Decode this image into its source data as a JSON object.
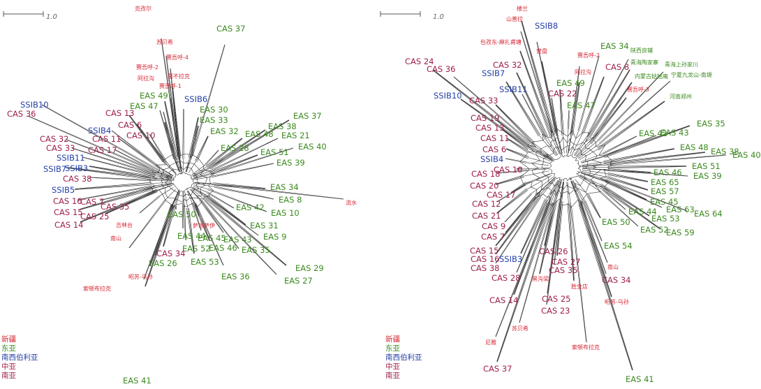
{
  "colors": {
    "xinjiang": "#d62733",
    "east_asia": "#3b8a1e",
    "siberia": "#2440a8",
    "central_asia": "#9e1f4a",
    "south_asia": "#9e1f4a",
    "network": "#222222"
  },
  "scale_label": "1.0",
  "legend": {
    "xinjiang": "新疆",
    "east_asia": "东亚",
    "siberia": "南西伯利亚",
    "central_asia": "中亚",
    "south_asia": "南亚"
  },
  "left_panel": {
    "taxa": [
      {
        "name": "克孜尔",
        "group": "xinjiang"
      },
      {
        "name": "苏贝希",
        "group": "xinjiang"
      },
      {
        "name": "赛吾呼-4",
        "group": "xinjiang"
      },
      {
        "name": "赛吾呼-2",
        "group": "xinjiang"
      },
      {
        "name": "阿拉沟",
        "group": "xinjiang"
      },
      {
        "name": "葛不拉克",
        "group": "xinjiang"
      },
      {
        "name": "赛吾呼-1",
        "group": "xinjiang"
      },
      {
        "name": "流水",
        "group": "xinjiang"
      },
      {
        "name": "吉林台",
        "group": "xinjiang"
      },
      {
        "name": "南山",
        "group": "xinjiang"
      },
      {
        "name": "萨恩萨伊",
        "group": "xinjiang"
      },
      {
        "name": "昭苏-乌孙",
        "group": "xinjiang"
      },
      {
        "name": "索顿布拉克",
        "group": "xinjiang"
      },
      {
        "name": "CAS 37",
        "group": "east_asia"
      },
      {
        "name": "EAS 49",
        "group": "east_asia"
      },
      {
        "name": "EAS 47",
        "group": "east_asia"
      },
      {
        "name": "SSIB6",
        "group": "siberia"
      },
      {
        "name": "EAS 30",
        "group": "east_asia"
      },
      {
        "name": "EAS 33",
        "group": "east_asia"
      },
      {
        "name": "EAS 32",
        "group": "east_asia"
      },
      {
        "name": "EAS 37",
        "group": "east_asia"
      },
      {
        "name": "EAS 38",
        "group": "east_asia"
      },
      {
        "name": "EAS 48",
        "group": "east_asia"
      },
      {
        "name": "EAS 21",
        "group": "east_asia"
      },
      {
        "name": "EAS 40",
        "group": "east_asia"
      },
      {
        "name": "EAS 28",
        "group": "east_asia"
      },
      {
        "name": "EAS 51",
        "group": "east_asia"
      },
      {
        "name": "EAS 39",
        "group": "east_asia"
      },
      {
        "name": "EAS 34",
        "group": "east_asia"
      },
      {
        "name": "EAS 8",
        "group": "east_asia"
      },
      {
        "name": "EAS 42",
        "group": "east_asia"
      },
      {
        "name": "EAS 10",
        "group": "east_asia"
      },
      {
        "name": "EAS 50",
        "group": "east_asia"
      },
      {
        "name": "EAS 31",
        "group": "east_asia"
      },
      {
        "name": "EAS 44",
        "group": "east_asia"
      },
      {
        "name": "EAS 45",
        "group": "east_asia"
      },
      {
        "name": "EAS 43",
        "group": "east_asia"
      },
      {
        "name": "EAS 9",
        "group": "east_asia"
      },
      {
        "name": "EAS 52",
        "group": "east_asia"
      },
      {
        "name": "EAS 46",
        "group": "east_asia"
      },
      {
        "name": "EAS 35",
        "group": "east_asia"
      },
      {
        "name": "EAS 53",
        "group": "east_asia"
      },
      {
        "name": "EAS 29",
        "group": "east_asia"
      },
      {
        "name": "EAS 36",
        "group": "east_asia"
      },
      {
        "name": "EAS 27",
        "group": "east_asia"
      },
      {
        "name": "EAS 26",
        "group": "east_asia"
      },
      {
        "name": "EAS 41",
        "group": "east_asia"
      },
      {
        "name": "SSIB10",
        "group": "siberia"
      },
      {
        "name": "CAS 36",
        "group": "central_asia"
      },
      {
        "name": "CAS 13",
        "group": "central_asia"
      },
      {
        "name": "CAS 6",
        "group": "central_asia"
      },
      {
        "name": "SSIB4",
        "group": "siberia"
      },
      {
        "name": "CAS 10",
        "group": "central_asia"
      },
      {
        "name": "CAS 11",
        "group": "central_asia"
      },
      {
        "name": "CAS 32",
        "group": "central_asia"
      },
      {
        "name": "CAS 33",
        "group": "central_asia"
      },
      {
        "name": "CAS 17",
        "group": "central_asia"
      },
      {
        "name": "SSIB11",
        "group": "siberia"
      },
      {
        "name": "SSIB7",
        "group": "siberia"
      },
      {
        "name": "SSIB3",
        "group": "siberia"
      },
      {
        "name": "CAS 38",
        "group": "central_asia"
      },
      {
        "name": "SSIB5",
        "group": "siberia"
      },
      {
        "name": "CAS 16",
        "group": "central_asia"
      },
      {
        "name": "CAS 7",
        "group": "central_asia"
      },
      {
        "name": "CAS 15",
        "group": "central_asia"
      },
      {
        "name": "CAS 35",
        "group": "central_asia"
      },
      {
        "name": "CAS 25",
        "group": "central_asia"
      },
      {
        "name": "CAS 14",
        "group": "central_asia"
      },
      {
        "name": "CAS 34",
        "group": "central_asia"
      }
    ]
  },
  "right_panel": {
    "taxa": [
      {
        "name": "楼兰",
        "group": "xinjiang"
      },
      {
        "name": "山普拉",
        "group": "xinjiang"
      },
      {
        "name": "SSIB8",
        "group": "siberia"
      },
      {
        "name": "包孜东-麻扎甫塘",
        "group": "xinjiang"
      },
      {
        "name": "营盘",
        "group": "xinjiang"
      },
      {
        "name": "EAS 34",
        "group": "east_asia"
      },
      {
        "name": "赛吾呼-2",
        "group": "xinjiang"
      },
      {
        "name": "陕西良辅",
        "group": "east_asia"
      },
      {
        "name": "CAS 24",
        "group": "central_asia"
      },
      {
        "name": "CAS 32",
        "group": "central_asia"
      },
      {
        "name": "CAS 8",
        "group": "central_asia"
      },
      {
        "name": "青海陶家寨",
        "group": "east_asia"
      },
      {
        "name": "青海上孙家川",
        "group": "east_asia"
      },
      {
        "name": "CAS 36",
        "group": "central_asia"
      },
      {
        "name": "阿拉沟",
        "group": "xinjiang"
      },
      {
        "name": "SSIB7",
        "group": "siberia"
      },
      {
        "name": "内蒙古姑姑庵",
        "group": "east_asia"
      },
      {
        "name": "宁夏九龙山-南塬",
        "group": "east_asia"
      },
      {
        "name": "EAS 49",
        "group": "east_asia"
      },
      {
        "name": "SSIB11",
        "group": "siberia"
      },
      {
        "name": "赛吾呼-3",
        "group": "xinjiang"
      },
      {
        "name": "CAS 22",
        "group": "central_asia"
      },
      {
        "name": "SSIB10",
        "group": "siberia"
      },
      {
        "name": "河南郑州",
        "group": "east_asia"
      },
      {
        "name": "CAS 33",
        "group": "central_asia"
      },
      {
        "name": "EAS 47",
        "group": "east_asia"
      },
      {
        "name": "CAS 19",
        "group": "central_asia"
      },
      {
        "name": "CAS 13",
        "group": "central_asia"
      },
      {
        "name": "EAS 35",
        "group": "east_asia"
      },
      {
        "name": "EAS 42",
        "group": "east_asia"
      },
      {
        "name": "EAS 43",
        "group": "east_asia"
      },
      {
        "name": "CAS 11",
        "group": "central_asia"
      },
      {
        "name": "EAS 48",
        "group": "east_asia"
      },
      {
        "name": "EAS 38",
        "group": "east_asia"
      },
      {
        "name": "EAS 40",
        "group": "east_asia"
      },
      {
        "name": "CAS 6",
        "group": "central_asia"
      },
      {
        "name": "SSIB4",
        "group": "siberia"
      },
      {
        "name": "EAS 51",
        "group": "east_asia"
      },
      {
        "name": "CAS 10",
        "group": "central_asia"
      },
      {
        "name": "EAS 46",
        "group": "east_asia"
      },
      {
        "name": "EAS 39",
        "group": "east_asia"
      },
      {
        "name": "CAS 18",
        "group": "central_asia"
      },
      {
        "name": "EAS 65",
        "group": "east_asia"
      },
      {
        "name": "CAS 20",
        "group": "central_asia"
      },
      {
        "name": "EAS 57",
        "group": "east_asia"
      },
      {
        "name": "CAS 17",
        "group": "central_asia"
      },
      {
        "name": "EAS 45",
        "group": "east_asia"
      },
      {
        "name": "CAS 12",
        "group": "central_asia"
      },
      {
        "name": "EAS 63",
        "group": "east_asia"
      },
      {
        "name": "EAS 64",
        "group": "east_asia"
      },
      {
        "name": "EAS 44",
        "group": "east_asia"
      },
      {
        "name": "CAS 21",
        "group": "central_asia"
      },
      {
        "name": "EAS 53",
        "group": "east_asia"
      },
      {
        "name": "EAS 50",
        "group": "east_asia"
      },
      {
        "name": "CAS 9",
        "group": "central_asia"
      },
      {
        "name": "EAS 52",
        "group": "east_asia"
      },
      {
        "name": "EAS 59",
        "group": "east_asia"
      },
      {
        "name": "CAS 7",
        "group": "central_asia"
      },
      {
        "name": "EAS 54",
        "group": "east_asia"
      },
      {
        "name": "CAS 26",
        "group": "central_asia"
      },
      {
        "name": "CAS 15",
        "group": "central_asia"
      },
      {
        "name": "CAS 16",
        "group": "central_asia"
      },
      {
        "name": "SSIB3",
        "group": "siberia"
      },
      {
        "name": "CAS 27",
        "group": "central_asia"
      },
      {
        "name": "CAS 38",
        "group": "central_asia"
      },
      {
        "name": "CAS 35",
        "group": "central_asia"
      },
      {
        "name": "南山",
        "group": "xinjiang"
      },
      {
        "name": "CAS 28",
        "group": "central_asia"
      },
      {
        "name": "黑沟梁",
        "group": "xinjiang"
      },
      {
        "name": "CAS 34",
        "group": "central_asia"
      },
      {
        "name": "胜金店",
        "group": "xinjiang"
      },
      {
        "name": "CAS 14",
        "group": "central_asia"
      },
      {
        "name": "CAS 25",
        "group": "central_asia"
      },
      {
        "name": "昭苏-乌孙",
        "group": "xinjiang"
      },
      {
        "name": "CAS 23",
        "group": "central_asia"
      },
      {
        "name": "苏贝希",
        "group": "xinjiang"
      },
      {
        "name": "尼雅",
        "group": "xinjiang"
      },
      {
        "name": "索顿布拉克",
        "group": "xinjiang"
      },
      {
        "name": "CAS 37",
        "group": "central_asia"
      },
      {
        "name": "EAS 41",
        "group": "east_asia"
      }
    ]
  }
}
